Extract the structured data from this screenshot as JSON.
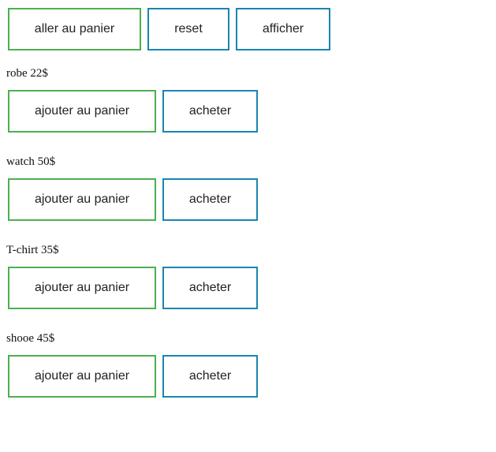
{
  "toolbar": {
    "go_cart_label": "aller au panier",
    "reset_label": "reset",
    "show_label": "afficher"
  },
  "products": [
    {
      "label": "robe 22$",
      "add_label": "ajouter au panier",
      "buy_label": "acheter"
    },
    {
      "label": "watch 50$",
      "add_label": "ajouter au panier",
      "buy_label": "acheter"
    },
    {
      "label": "T-chirt 35$",
      "add_label": "ajouter au panier",
      "buy_label": "acheter"
    },
    {
      "label": "shooe 45$",
      "add_label": "ajouter au panier",
      "buy_label": "acheter"
    }
  ],
  "colors": {
    "green_border": "#4caf50",
    "blue_border": "#1a86b0"
  }
}
